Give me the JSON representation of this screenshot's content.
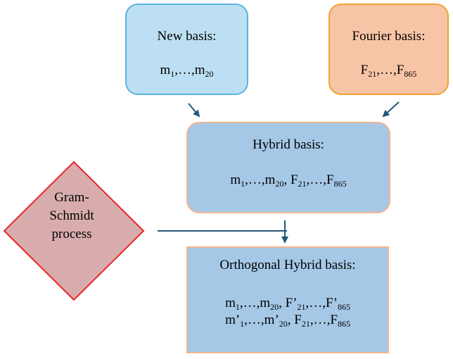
{
  "new_basis": {
    "title": "New basis:",
    "range": {
      "start_base": "m",
      "start_sub": "1",
      "ellipsis": ",…,",
      "end_base": "m",
      "end_sub": "20"
    }
  },
  "fourier_basis": {
    "title": "Fourier basis:",
    "range": {
      "start_base": "F",
      "start_sub": "21",
      "ellipsis": ",…,",
      "end_base": "F",
      "end_sub": "865"
    }
  },
  "hybrid_basis": {
    "title": "Hybrid basis:",
    "line": {
      "m_base": "m",
      "m_start_sub": "1",
      "ellipsis": ",…,",
      "m_end_sub": "20",
      "separator": ", ",
      "f_base": "F",
      "f_start_sub": "21",
      "f_end_sub": "865"
    }
  },
  "process": {
    "label_line1": "Gram-",
    "label_line2": "Schmidt",
    "label_line3": "process"
  },
  "orthogonal_hybrid_basis": {
    "title": "Orthogonal Hybrid basis:",
    "line1": {
      "m_base": "m",
      "m_start_sub": "1",
      "ellipsis": ",…,",
      "m_end_sub": "20",
      "separator": ", ",
      "f_base": "F’",
      "f_start_sub": "21",
      "f_end_sub": "865"
    },
    "line2": {
      "m_base": "m’",
      "m_start_sub": "1",
      "ellipsis": ",…,",
      "m_end_sub": "20",
      "separator": ", ",
      "f_base": "F",
      "f_start_sub": "21",
      "f_end_sub": "865"
    }
  },
  "colors": {
    "new_fill": "#bcdff3",
    "new_border": "#5cb2de",
    "fourier_fill": "#f7c5a6",
    "fourier_border": "#f0a12f",
    "hybrid_fill": "#a6c8e7",
    "hybrid_border": "#f2b58e",
    "process_fill": "#d8acad",
    "process_border": "#e8262b",
    "arrow": "#23587b"
  }
}
